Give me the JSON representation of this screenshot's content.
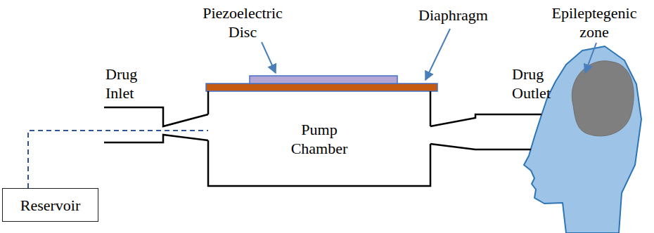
{
  "diagram": {
    "nodes": [
      {
        "text": [
          "Pump Chamber"
        ]
      },
      {
        "text": [
          "Reservoir"
        ]
      }
    ],
    "edges": [
      {
        "from": 1,
        "to": 0,
        "arrow": "none"
      }
    ],
    "labels": [
      "Piezoelectric Disc",
      "Diaphragm",
      "Drug Inlet",
      "Drug Outlet",
      "Epileptegenic zone"
    ]
  }
}
